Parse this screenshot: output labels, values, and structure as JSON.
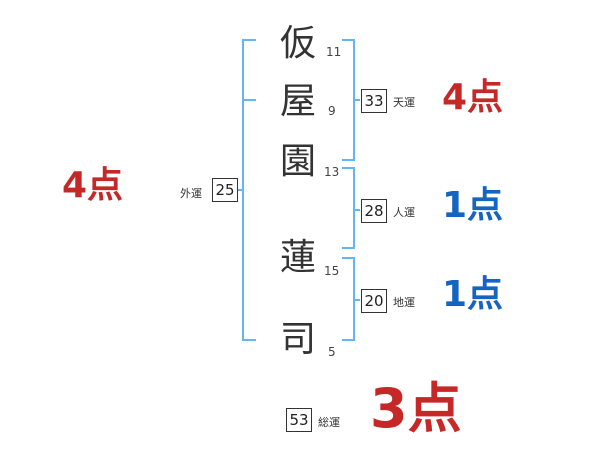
{
  "name_chars": [
    {
      "char": "仮",
      "strokes": "11"
    },
    {
      "char": "屋",
      "strokes": "9"
    },
    {
      "char": "園",
      "strokes": "13"
    },
    {
      "char": "蓮",
      "strokes": "15"
    },
    {
      "char": "司",
      "strokes": "5"
    }
  ],
  "fortunes": {
    "tenkaku": {
      "label": "天運",
      "value": "33",
      "score": "4点",
      "color": "#c62828"
    },
    "jinkaku": {
      "label": "人運",
      "value": "28",
      "score": "1点",
      "color": "#1565c0"
    },
    "chikaku": {
      "label": "地運",
      "value": "20",
      "score": "1点",
      "color": "#1565c0"
    },
    "gaikaku": {
      "label": "外運",
      "value": "25",
      "score": "4点",
      "color": "#c62828"
    },
    "soukaku": {
      "label": "総運",
      "value": "53",
      "score": "3点",
      "color": "#c62828"
    }
  },
  "bracket_color": "#64b5f6"
}
